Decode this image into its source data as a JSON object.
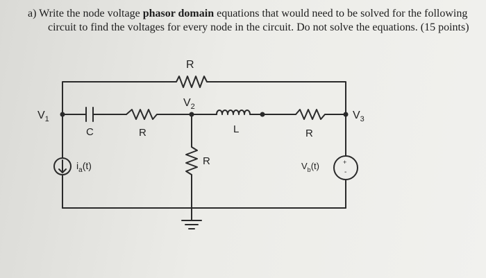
{
  "question": {
    "label": "a)",
    "line1_pre": "Write the node voltage ",
    "line1_bold": "phasor domain",
    "line1_post": " equations that would need to be solved for the following",
    "line2": "circuit to find the voltages for every node in the circuit.  Do not solve the equations. (15 points)"
  },
  "circuit": {
    "top_resistor": "R",
    "node1": "V",
    "node1_sub": "1",
    "node2": "V",
    "node2_sub": "2",
    "node3": "V",
    "node3_sub": "3",
    "capacitor": "C",
    "resistor_left": "R",
    "inductor": "L",
    "resistor_right": "R",
    "resistor_vertical": "R",
    "current_source": "i",
    "current_source_sub": "a",
    "current_source_suffix": "(t)",
    "voltage_source": "V",
    "voltage_source_sub": "b",
    "voltage_source_suffix": "(t)",
    "plus": "+",
    "minus": "-"
  }
}
